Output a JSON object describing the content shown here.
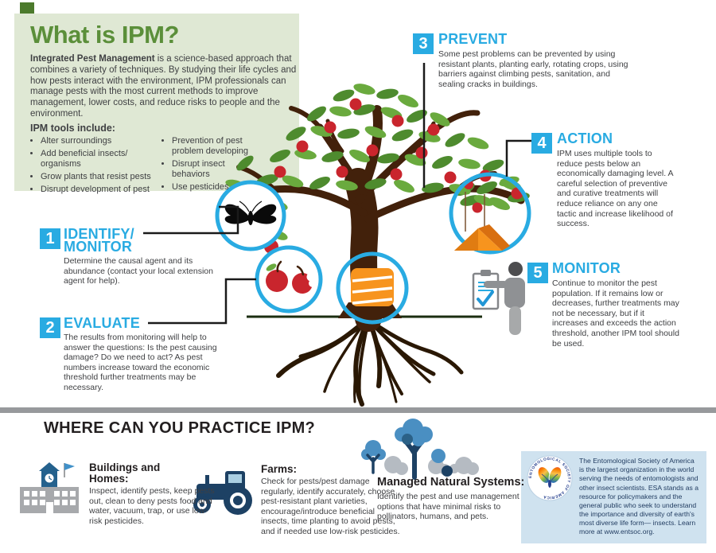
{
  "header": {
    "title": "What is IPM?",
    "intro_bold": "Integrated Pest Management",
    "intro_rest": " is a science-based approach that combines a variety of techniques. By studying their life cycles and how pests interact with the environment, IPM professionals can manage pests with the most current methods to improve management, lower costs, and reduce risks to people and the environment.",
    "tools_title": "IPM tools include:",
    "tools_col1": [
      "Alter surroundings",
      "Add beneficial insects/ organisms",
      "Grow plants that resist pests",
      "Disrupt development of pest"
    ],
    "tools_col2": [
      "Prevention of pest problem developing",
      "Disrupt insect behaviors",
      "Use pesticides"
    ]
  },
  "steps": [
    {
      "number": "1",
      "title_line1": "IDENTIFY/",
      "title_line2": "MONITOR",
      "text": "Determine the causal agent and its abundance (contact your local extension agent for help)."
    },
    {
      "number": "2",
      "title_line1": "EVALUATE",
      "title_line2": "",
      "text": "The results from monitoring will help to answer the questions: Is the pest causing damage? Do we need to act? As pest numbers increase toward the economic threshold further treatments may be necessary."
    },
    {
      "number": "3",
      "title_line1": "PREVENT",
      "title_line2": "",
      "text": "Some pest problems can be prevented by using resistant plants, planting early, rotating crops, using barriers against climbing pests, sanitation, and sealing cracks in buildings."
    },
    {
      "number": "4",
      "title_line1": "ACTION",
      "title_line2": "",
      "text": "IPM uses multiple tools to reduce pests below an economically damaging level. A careful selection of preventive and curative treatments will reduce reliance on any one tactic and increase likelihood of success."
    },
    {
      "number": "5",
      "title_line1": "MONITOR",
      "title_line2": "",
      "text": "Continue to monitor the pest population. If it remains low or decreases, further treatments may not be necessary, but if it increases and exceeds the action threshold, another IPM tool should be used."
    }
  ],
  "practice": {
    "title": "WHERE CAN YOU PRACTICE IPM?",
    "items": [
      {
        "label_line1": "Buildings and",
        "label_line2": "Homes:",
        "text": "Inspect, identify pests,  keep pests out, clean to deny pests food and water, vacuum, trap, or use low-risk pesticides."
      },
      {
        "label_line1": "Farms:",
        "label_line2": "",
        "text": "Check for pests/pest damage regularly, identify accurately, choose pest-resistant plant varieties, encourage/introduce beneficial insects, time planting to avoid pests, and if needed use low-risk pesticides."
      },
      {
        "label_line1": "Managed Natural Systems:",
        "label_line2": "",
        "text": "Identify the pest and use management options that have minimal risks to pollinators, humans, and pets."
      }
    ]
  },
  "esa": {
    "logo_ring_text": "ENTOMOLOGICAL SOCIETY OF AMERICA",
    "text": "The Entomological Society of America is the largest organization in the world serving the needs of entomologists and other insect scientists. ESA stands as a resource for policymakers and the general public who seek to understand the importance and diversity of earth's most diverse life form— insects. Learn more at www.entsoc.org."
  },
  "icons": {
    "moth": "moth-icon",
    "apples": "apples-icon",
    "trunk_band": "trunk-band-icon",
    "trap": "delta-trap-icon",
    "inspector": "inspector-person-icon",
    "building": "building-icon",
    "tractor": "tractor-icon",
    "trees": "trees-icon",
    "esa_logo": "esa-butterfly-logo-icon"
  },
  "colors": {
    "accent_blue": "#29abe2",
    "green_dark": "#5b8f3a",
    "green_panel": "#dfe8d4",
    "body_text": "#3f4043",
    "orange": "#f7941e",
    "apple_red": "#c9252d",
    "trunk_brown": "#42210b",
    "leaf_green": "#4e8b2e",
    "esa_panel": "#cfe2ef",
    "divider_gray": "#97999c"
  }
}
